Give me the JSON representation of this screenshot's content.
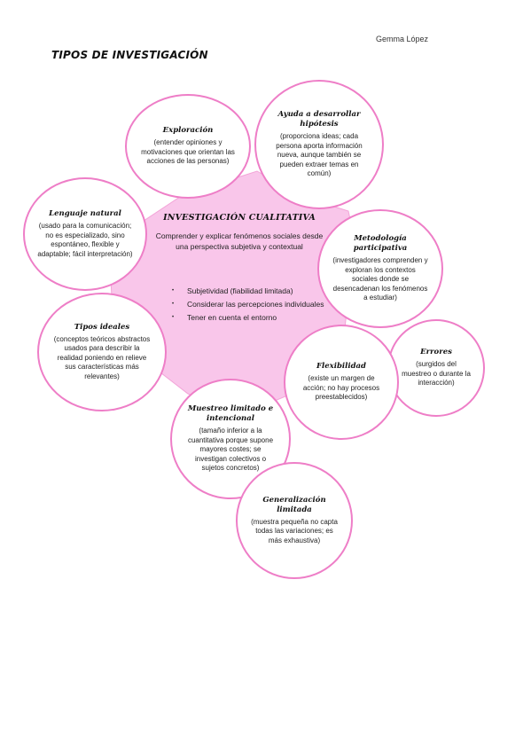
{
  "author": "Gemma López",
  "title": "TIPOS DE INVESTIGACIÓN",
  "center": {
    "title": "INVESTIGACIÓN CUALITATIVA",
    "subtitle": "Comprender y explicar fenómenos sociales desde una perspectiva subjetiva y contextual",
    "bullets": [
      "Subjetividad (fiabilidad limitada)",
      "Considerar las percepciones individuales",
      "Tener en cuenta el entorno"
    ]
  },
  "nodes": [
    {
      "title": "Exploración",
      "body": "(entender opiniones y motivaciones que orientan las acciones de las personas)"
    },
    {
      "title": "Ayuda a desarrollar hipótesis",
      "body": "(proporciona ideas; cada persona aporta información nueva, aunque también se pueden extraer temas en común)"
    },
    {
      "title": "Lenguaje natural",
      "body": "(usado para la comunicación; no es especializado, sino espontáneo, flexible y adaptable; fácil interpretación)"
    },
    {
      "title": "Metodología participativa",
      "body": "(investigadores comprenden y exploran los contextos sociales donde se desencadenan los fenómenos a estudiar)"
    },
    {
      "title": "Tipos ideales",
      "body": "(conceptos teóricos abstractos usados para describir la realidad poniendo en relieve sus características más relevantes)"
    },
    {
      "title": "Errores",
      "body": "(surgidos del muestreo o durante la interacción)"
    },
    {
      "title": "Flexibilidad",
      "body": "(existe un margen de acción; no hay procesos preestablecidos)"
    },
    {
      "title": "Muestreo limitado e intencional",
      "body": "(tamaño inferior a la cuantitativa porque supone mayores costes; se investigan colectivos o sujetos concretos)"
    },
    {
      "title": "Generalización limitada",
      "body": "(muestra pequeña no capta todas las variaciones; es más exhaustiva)"
    }
  ]
}
